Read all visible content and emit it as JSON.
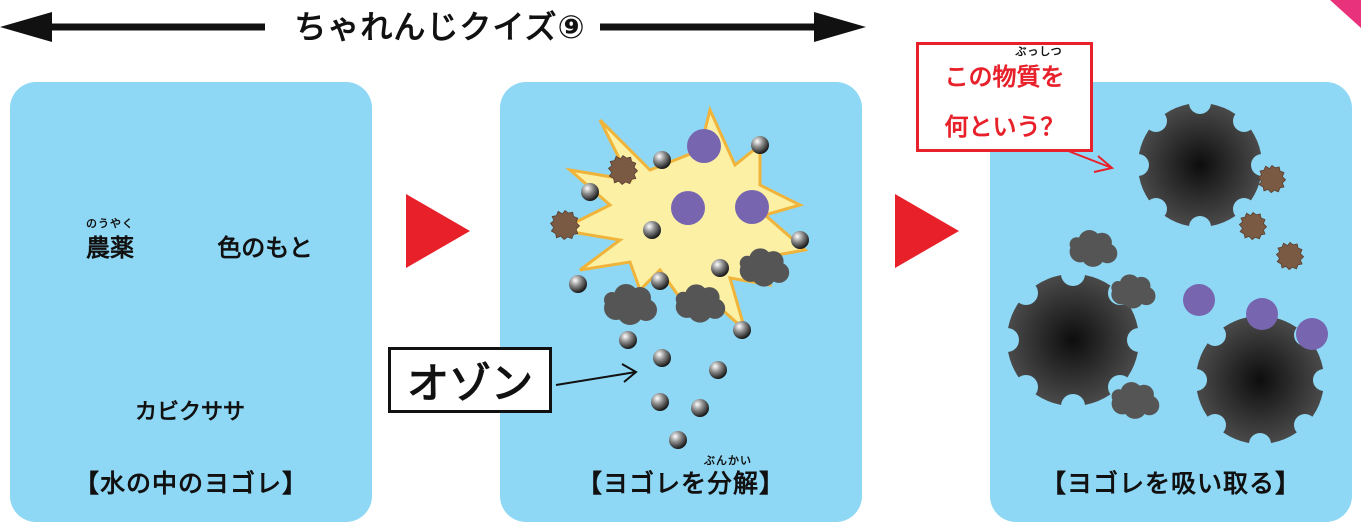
{
  "title": "ちゃれんじクイズ⑨",
  "panels": [
    {
      "caption": "【水の中のヨゴレ】",
      "labels": {
        "pesticide": "農薬",
        "pesticide_ruby": "のうやく",
        "dye": "色のもと",
        "mold": "カビクササ"
      }
    },
    {
      "caption": "【ヨゴレを分解】",
      "caption_ruby": "ぶんかい",
      "ozone_label": "オゾン"
    },
    {
      "caption": "【ヨゴレを吸い取る】",
      "question_line1": "この物質を",
      "question_ruby": "ぶっしつ",
      "question_line2": "何という？"
    }
  ],
  "colors": {
    "panel": "#8fd8f5",
    "arrow_red": "#e8202a",
    "pesticide": "#7b5a44",
    "dye": "#7765b0",
    "mold": "#555555",
    "burst": "#fbf0a4",
    "adsorbent": "#1e1e1e"
  }
}
